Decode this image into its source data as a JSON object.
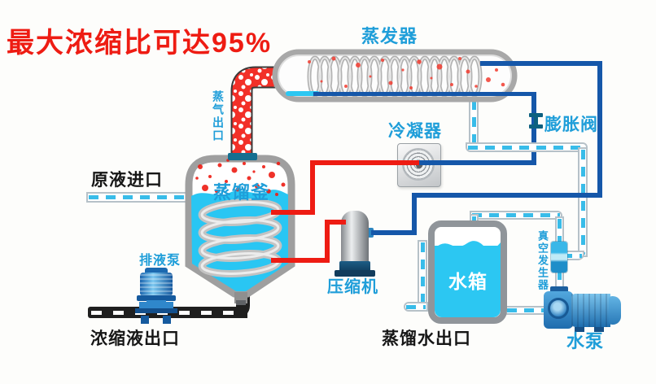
{
  "banner": {
    "text": "最大浓缩比可达95%"
  },
  "palette": {
    "red": "#ee1c13",
    "blue": "#1557a9",
    "azure": "#1f9ed9",
    "cyan": "#2cc7f2",
    "dash": "#38bce9",
    "teal": "#0d6080",
    "ink": "#161616"
  },
  "labels": {
    "evaporator": "蒸发器",
    "condenser": "冷凝器",
    "expansion_valve": "膨胀阀",
    "kettle": "蒸馏釜",
    "steam_outlet": "蒸气出口",
    "raw_inlet": "原液进口",
    "drain_pump": "排液泵",
    "concentrate_outlet": "浓缩液出口",
    "compressor": "压缩机",
    "water_tank": "水箱",
    "distilled_outlet": "蒸馏水出口",
    "vacuum_generator": "真空发生器",
    "water_pump": "水泵"
  }
}
